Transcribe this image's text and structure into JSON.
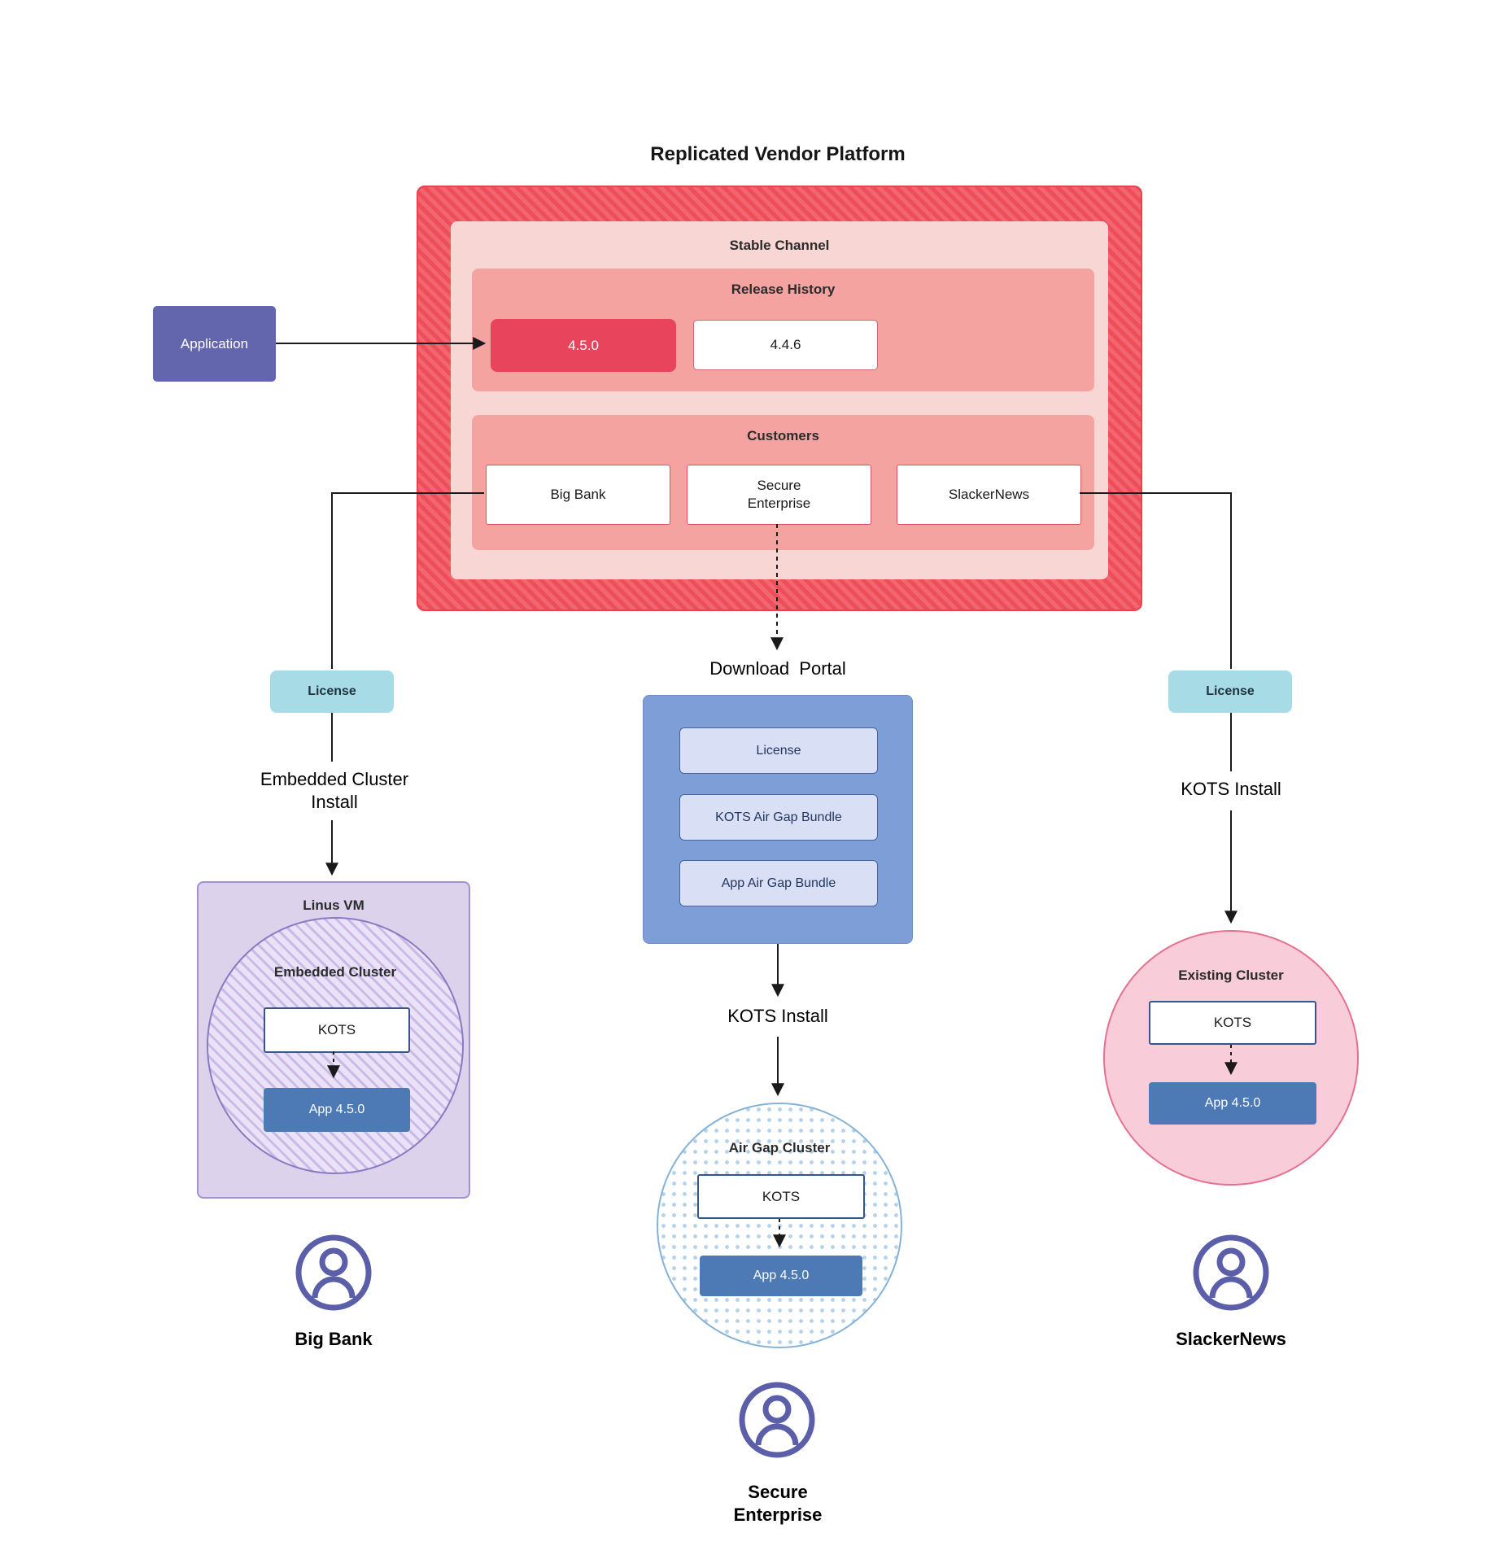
{
  "title": "Replicated Vendor Platform",
  "platform": {
    "stable_channel_label": "Stable Channel",
    "release_history_label": "Release History",
    "releases": {
      "current": "4.5.0",
      "previous": "4.4.6"
    },
    "customers_label": "Customers",
    "customers": [
      "Big Bank",
      "Secure\nEnterprise",
      "SlackerNews"
    ]
  },
  "application_label": "Application",
  "flows": {
    "big_bank": {
      "license": "License",
      "install": "Embedded Cluster\nInstall",
      "vm": "Linus VM",
      "cluster": "Embedded Cluster",
      "kots": "KOTS",
      "app": "App 4.5.0",
      "customer": "Big Bank"
    },
    "secure_enterprise": {
      "portal_title": "Download  Portal",
      "portal_items": [
        "License",
        "KOTS Air Gap Bundle",
        "App Air Gap Bundle"
      ],
      "install": "KOTS Install",
      "cluster": "Air Gap Cluster",
      "kots": "KOTS",
      "app": "App 4.5.0",
      "customer": "Secure\nEnterprise"
    },
    "slackernews": {
      "license": "License",
      "install": "KOTS Install",
      "cluster": "Existing Cluster",
      "kots": "KOTS",
      "app": "App 4.5.0",
      "customer": "SlackerNews"
    }
  },
  "colors": {
    "accent_red": "#e8445c",
    "salmon_panel": "#f4a3a1",
    "stable_pink": "#f8d6d3",
    "accent_indigo": "#6466ad",
    "accent_teal": "#a7dce6",
    "app_blue": "#4d7ab5",
    "portal_blue": "#7d9ed6",
    "cluster_purple": "#8b79c2",
    "cluster_pink_border": "#e4718f",
    "user_indigo": "#5b5fa9"
  }
}
